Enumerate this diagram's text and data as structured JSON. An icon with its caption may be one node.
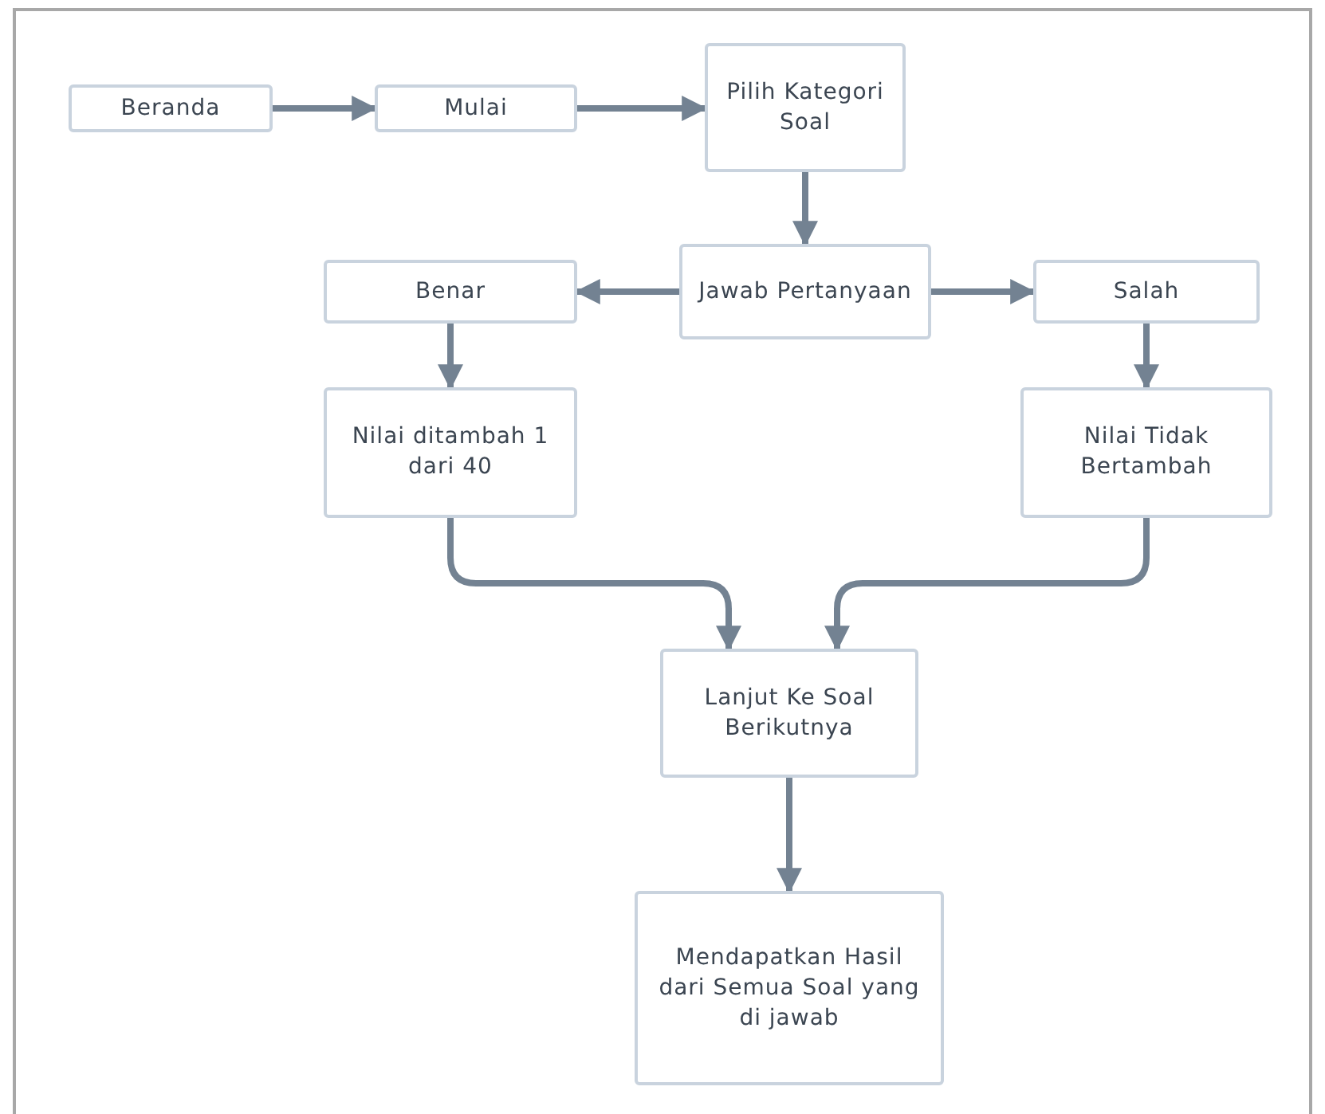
{
  "diagram": {
    "nodes": [
      {
        "text": [
          "Beranda"
        ]
      },
      {
        "text": [
          "Mulai"
        ]
      },
      {
        "text": [
          "Pilih Kategori Soal"
        ]
      },
      {
        "text": [
          "Jawab Pertanyaan"
        ]
      },
      {
        "text": [
          "Benar"
        ]
      },
      {
        "text": [
          "Salah"
        ]
      },
      {
        "text": [
          "Nilai ditambah 1 dari 40"
        ]
      },
      {
        "text": [
          "Nilai Tidak Bertambah"
        ]
      },
      {
        "text": [
          "Lanjut Ke Soal Berikutnya"
        ]
      },
      {
        "text": [
          "Mendapatkan Hasil dari Semua Soal yang di jawab"
        ]
      }
    ],
    "edges": [
      {
        "from": 0,
        "to": 1,
        "arrow": "to"
      },
      {
        "from": 1,
        "to": 2,
        "arrow": "to"
      },
      {
        "from": 2,
        "to": 3,
        "arrow": "to"
      },
      {
        "from": 3,
        "to": 4,
        "arrow": "to"
      },
      {
        "from": 3,
        "to": 5,
        "arrow": "to"
      },
      {
        "from": 4,
        "to": 6,
        "arrow": "to"
      },
      {
        "from": 5,
        "to": 7,
        "arrow": "to"
      },
      {
        "from": 6,
        "to": 8,
        "arrow": "to"
      },
      {
        "from": 7,
        "to": 8,
        "arrow": "to"
      },
      {
        "from": 8,
        "to": 9,
        "arrow": "to"
      }
    ]
  }
}
